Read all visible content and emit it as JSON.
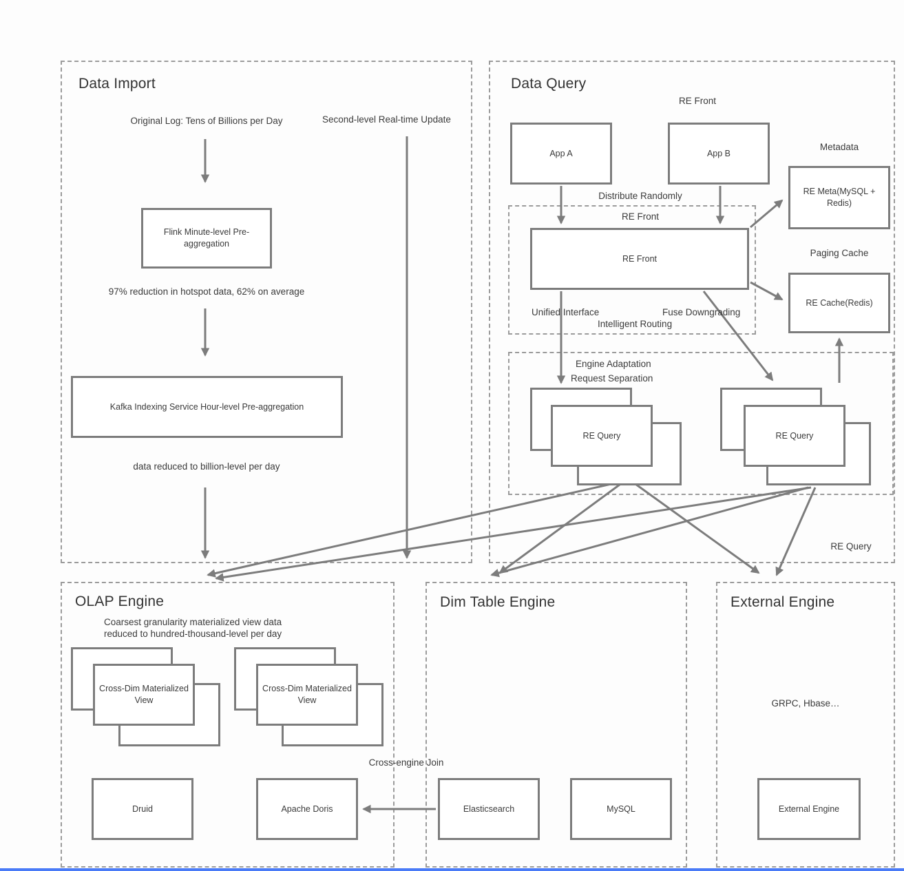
{
  "colors": {
    "border": "#7c7c7c",
    "dash": "#9b9b9b",
    "text": "#3a3a3a",
    "title": "#333333",
    "bg": "#fdfdfd",
    "accent": "#4a7bf7"
  },
  "data_import": {
    "title": "Data Import",
    "original_log": "Original Log:  Tens of Billions per Day",
    "flink_box": "Flink Minute-level Pre-aggregation",
    "reduction_note": "97% reduction in hotspot data, 62% on average",
    "kafka_box": "Kafka Indexing Service Hour-level Pre-aggregation",
    "billion_note": "data reduced to billion-level per day",
    "realtime_update": "Second-level Real-time Update"
  },
  "data_query": {
    "title": "Data Query",
    "re_front_top_label": "RE Front",
    "app_a": "App A",
    "app_b": "App B",
    "distribute": "Distribute Randomly",
    "re_front_group_label": "RE Front",
    "re_front_box": "RE Front",
    "unified_interface": "Unified Interface",
    "fuse_downgrading": "Fuse Downgrading",
    "intelligent_routing": "Intelligent Routing",
    "metadata_label": "Metadata",
    "re_meta_box": "RE Meta(MySQL + Redis)",
    "paging_cache_label": "Paging Cache",
    "re_cache_box": "RE Cache(Redis)",
    "engine_adaptation": "Engine Adaptation",
    "request_separation": "Request Separation",
    "re_query_left_box": "RE Query",
    "re_query_right_box": "RE Query",
    "re_query_corner_label": "RE Query"
  },
  "olap_engine": {
    "title": "OLAP Engine",
    "note_line1": "Coarsest granularity materialized view data",
    "note_line2": "reduced to hundred-thousand-level per day",
    "view_left_box": "Cross-Dim Materialized View",
    "view_right_box": "Cross-Dim Materialized View",
    "cross_engine_join": "Cross-engine Join",
    "druid_box": "Druid",
    "doris_box": "Apache Doris"
  },
  "dim_table_engine": {
    "title": "Dim Table Engine",
    "elasticsearch_box": "Elasticsearch",
    "mysql_box": "MySQL"
  },
  "external_engine": {
    "title": "External Engine",
    "grpc_note": "GRPC, Hbase…",
    "engine_box": "External Engine"
  }
}
